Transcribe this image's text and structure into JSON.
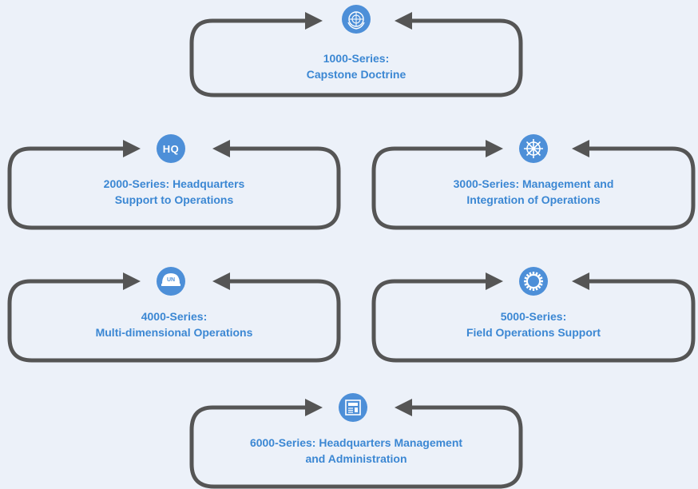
{
  "colors": {
    "background": "#ecf1f9",
    "frame": "#555555",
    "accent": "#4d8fd8",
    "label": "#3b87d3"
  },
  "cards": [
    {
      "id": "1000",
      "icon": "un-emblem-icon",
      "line1": "1000-Series:",
      "line2": "Capstone Doctrine"
    },
    {
      "id": "2000",
      "icon": "hq-icon",
      "icon_text": "HQ",
      "line1": "2000-Series: Headquarters",
      "line2": "Support to Operations"
    },
    {
      "id": "3000",
      "icon": "ship-wheel-icon",
      "line1": "3000-Series: Management and",
      "line2": "Integration of Operations"
    },
    {
      "id": "4000",
      "icon": "un-helmet-icon",
      "icon_text": "UN",
      "line1": "4000-Series:",
      "line2": "Multi-dimensional Operations"
    },
    {
      "id": "5000",
      "icon": "gear-icon",
      "line1": "5000-Series:",
      "line2": "Field Operations Support"
    },
    {
      "id": "6000",
      "icon": "document-icon",
      "line1": "6000-Series: Headquarters Management",
      "line2": "and Administration"
    }
  ]
}
